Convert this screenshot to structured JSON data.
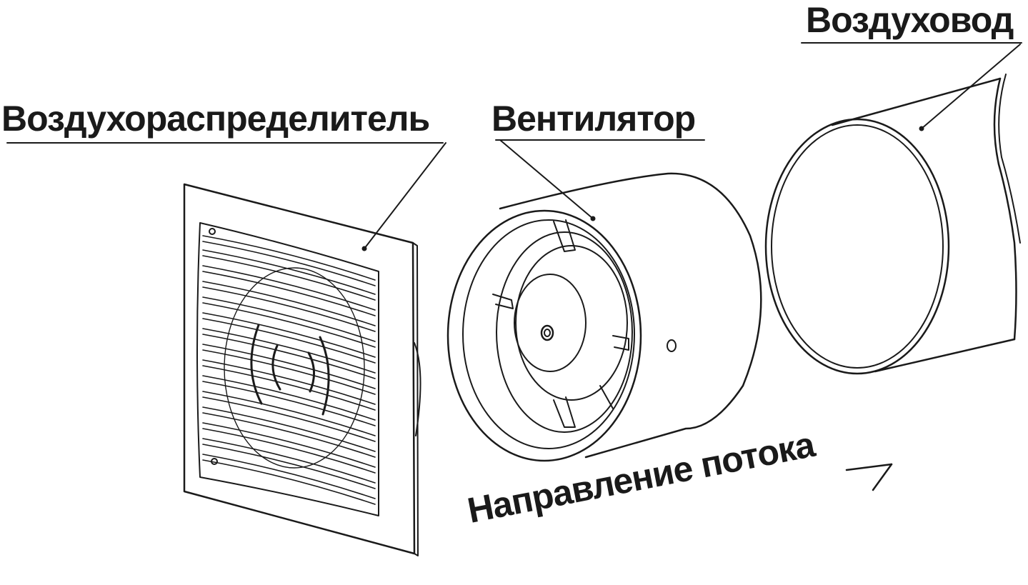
{
  "labels": {
    "distributor": "Воздухораспределитель",
    "fan": "Вентилятор",
    "duct": "Воздуховод",
    "flow": "Направление потока"
  },
  "colors": {
    "line": "#1a1a1a",
    "background": "#ffffff"
  }
}
